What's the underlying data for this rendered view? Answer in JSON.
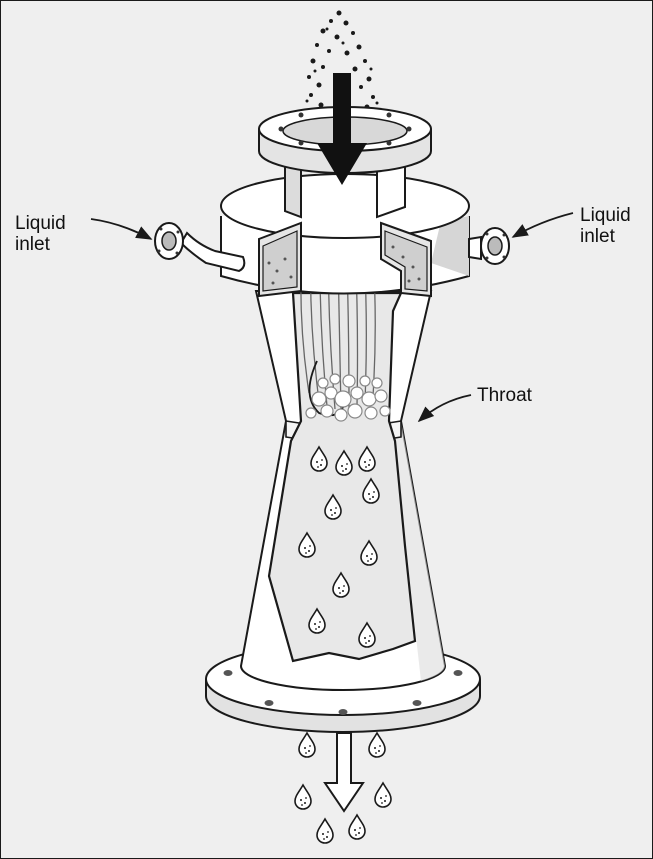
{
  "labels": {
    "liquid_inlet_left": {
      "line1": "Liquid",
      "line2": "inlet"
    },
    "liquid_inlet_right": {
      "line1": "Liquid",
      "line2": "inlet"
    },
    "throat": "Throat"
  },
  "colors": {
    "background": "#efefef",
    "line": "#1a1a1a",
    "body_fill": "#ffffff",
    "cutaway_fill": "#e6e6e6",
    "shadow_fill": "#cfcfcf"
  }
}
